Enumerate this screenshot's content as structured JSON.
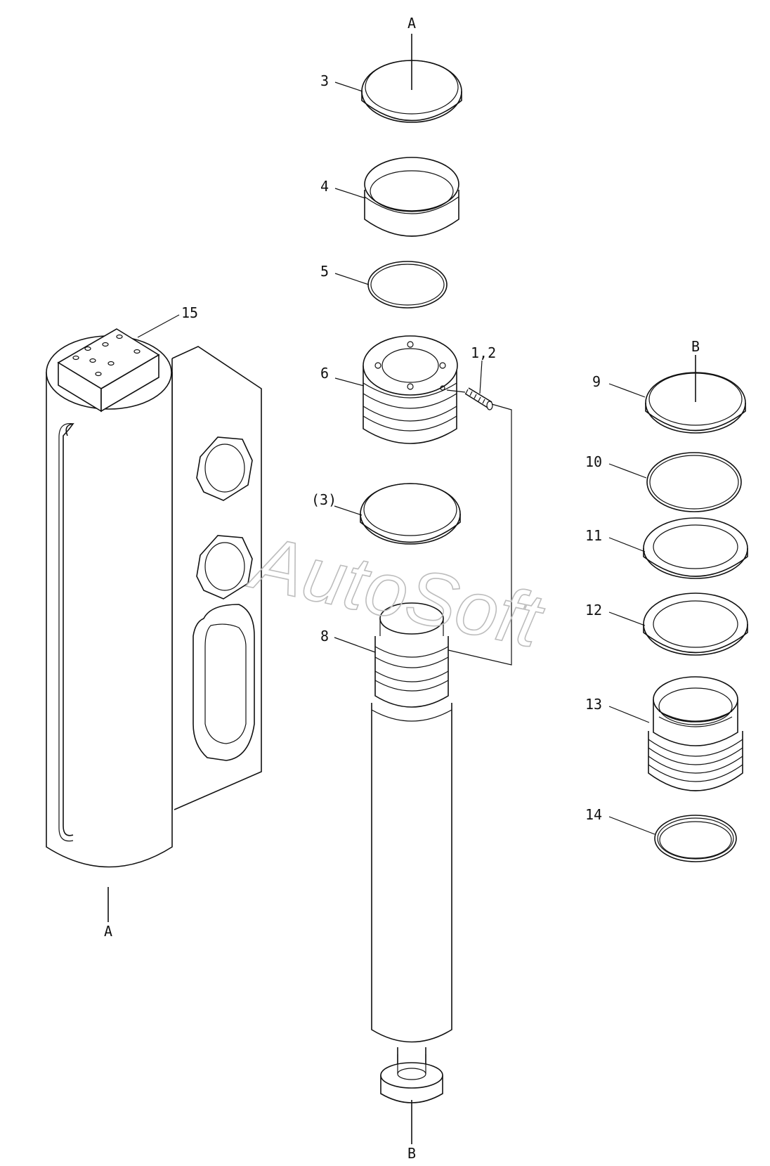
{
  "labels": {
    "A_top": "A",
    "p3": "3",
    "p4": "4",
    "p5": "5",
    "p15": "15",
    "p6": "6",
    "p12a": "1,2",
    "B_top": "B",
    "p9": "9",
    "p10": "10",
    "p3b": "(3)",
    "p11": "11",
    "p12": "12",
    "p8": "8",
    "p13": "13",
    "p14": "14",
    "A_bottom": "A",
    "B_bottom": "B"
  },
  "watermark": "AutoSoft",
  "colors": {
    "line": "#111111",
    "watermark": "#bdbdbd",
    "background": "#ffffff"
  }
}
